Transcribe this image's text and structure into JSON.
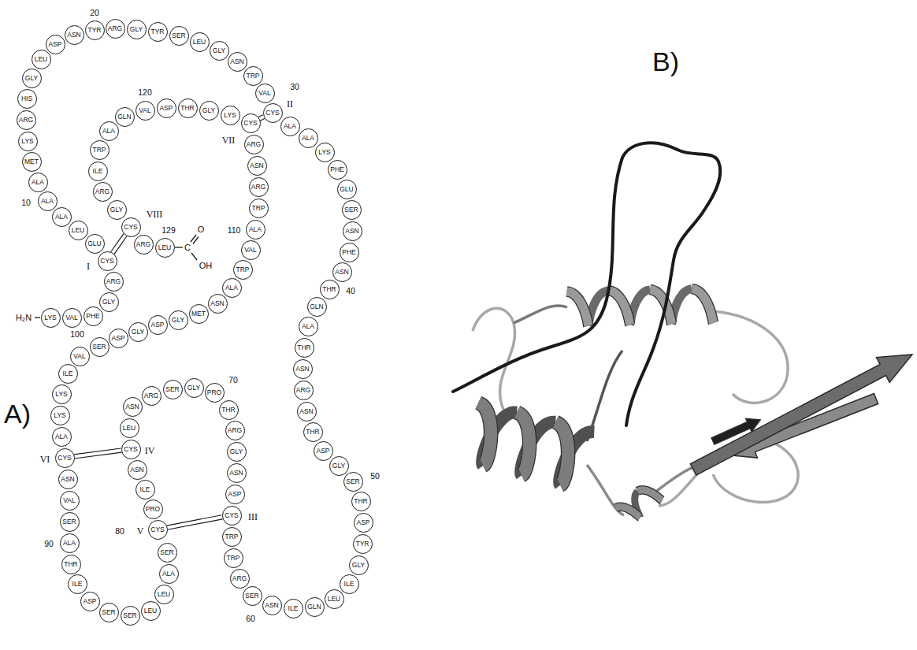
{
  "diagram": {
    "nodes": [
      {
        "text": [
          "LYS"
        ]
      },
      {
        "text": [
          "VAL"
        ]
      },
      {
        "text": [
          "PHE"
        ]
      },
      {
        "text": [
          "GLY"
        ]
      },
      {
        "text": [
          "ARG"
        ]
      },
      {
        "text": [
          "CYS"
        ]
      },
      {
        "text": [
          "GLU"
        ]
      },
      {
        "text": [
          "LEU"
        ]
      },
      {
        "text": [
          "ALA"
        ]
      },
      {
        "text": [
          "ALA"
        ]
      },
      {
        "text": [
          "ALA"
        ]
      },
      {
        "text": [
          "MET"
        ]
      },
      {
        "text": [
          "LYS"
        ]
      },
      {
        "text": [
          "ARG"
        ]
      },
      {
        "text": [
          "HIS"
        ]
      },
      {
        "text": [
          "GLY"
        ]
      },
      {
        "text": [
          "LEU"
        ]
      },
      {
        "text": [
          "ASP"
        ]
      },
      {
        "text": [
          "ASN"
        ]
      },
      {
        "text": [
          "TYR"
        ]
      },
      {
        "text": [
          "ARG"
        ]
      },
      {
        "text": [
          "GLY"
        ]
      },
      {
        "text": [
          "TYR"
        ]
      },
      {
        "text": [
          "SER"
        ]
      },
      {
        "text": [
          "LEU"
        ]
      },
      {
        "text": [
          "GLY"
        ]
      },
      {
        "text": [
          "ASN"
        ]
      },
      {
        "text": [
          "TRP"
        ]
      },
      {
        "text": [
          "VAL"
        ]
      },
      {
        "text": [
          "CYS"
        ]
      },
      {
        "text": [
          "ALA"
        ]
      },
      {
        "text": [
          "ALA"
        ]
      },
      {
        "text": [
          "LYS"
        ]
      },
      {
        "text": [
          "PHE"
        ]
      },
      {
        "text": [
          "GLU"
        ]
      },
      {
        "text": [
          "SER"
        ]
      },
      {
        "text": [
          "ASN"
        ]
      },
      {
        "text": [
          "PHE"
        ]
      },
      {
        "text": [
          "ASN"
        ]
      },
      {
        "text": [
          "THR"
        ]
      },
      {
        "text": [
          "GLN"
        ]
      },
      {
        "text": [
          "ALA"
        ]
      },
      {
        "text": [
          "THR"
        ]
      },
      {
        "text": [
          "ASN"
        ]
      },
      {
        "text": [
          "ARG"
        ]
      },
      {
        "text": [
          "ASN"
        ]
      },
      {
        "text": [
          "THR"
        ]
      },
      {
        "text": [
          "ASP"
        ]
      },
      {
        "text": [
          "GLY"
        ]
      },
      {
        "text": [
          "SER"
        ]
      },
      {
        "text": [
          "THR"
        ]
      },
      {
        "text": [
          "ASP"
        ]
      },
      {
        "text": [
          "TYR"
        ]
      },
      {
        "text": [
          "GLY"
        ]
      },
      {
        "text": [
          "ILE"
        ]
      },
      {
        "text": [
          "LEU"
        ]
      },
      {
        "text": [
          "GLN"
        ]
      },
      {
        "text": [
          "ILE"
        ]
      },
      {
        "text": [
          "ASN"
        ]
      },
      {
        "text": [
          "SER"
        ]
      },
      {
        "text": [
          "ARG"
        ]
      },
      {
        "text": [
          "TRP"
        ]
      },
      {
        "text": [
          "TRP"
        ]
      },
      {
        "text": [
          "CYS"
        ]
      },
      {
        "text": [
          "ASP"
        ]
      },
      {
        "text": [
          "ASN"
        ]
      },
      {
        "text": [
          "GLY"
        ]
      },
      {
        "text": [
          "ARG"
        ]
      },
      {
        "text": [
          "THR"
        ]
      },
      {
        "text": [
          "PRO"
        ]
      },
      {
        "text": [
          "GLY"
        ]
      },
      {
        "text": [
          "SER"
        ]
      },
      {
        "text": [
          "ARG"
        ]
      },
      {
        "text": [
          "ASN"
        ]
      },
      {
        "text": [
          "LEU"
        ]
      },
      {
        "text": [
          "CYS"
        ]
      },
      {
        "text": [
          "ASN"
        ]
      },
      {
        "text": [
          "ILE"
        ]
      },
      {
        "text": [
          "PRO"
        ]
      },
      {
        "text": [
          "CYS"
        ]
      },
      {
        "text": [
          "SER"
        ]
      },
      {
        "text": [
          "ALA"
        ]
      },
      {
        "text": [
          "LEU"
        ]
      },
      {
        "text": [
          "LEU"
        ]
      },
      {
        "text": [
          "SER"
        ]
      },
      {
        "text": [
          "SER"
        ]
      },
      {
        "text": [
          "ASP"
        ]
      },
      {
        "text": [
          "ILE"
        ]
      },
      {
        "text": [
          "THR"
        ]
      },
      {
        "text": [
          "ALA"
        ]
      },
      {
        "text": [
          "SER"
        ]
      },
      {
        "text": [
          "VAL"
        ]
      },
      {
        "text": [
          "ASN"
        ]
      },
      {
        "text": [
          "CYS"
        ]
      },
      {
        "text": [
          "ALA"
        ]
      },
      {
        "text": [
          "LYS"
        ]
      },
      {
        "text": [
          "LYS"
        ]
      },
      {
        "text": [
          "ILE"
        ]
      },
      {
        "text": [
          "VAL"
        ]
      },
      {
        "text": [
          "SER"
        ]
      },
      {
        "text": [
          "ASP"
        ]
      },
      {
        "text": [
          "GLY"
        ]
      },
      {
        "text": [
          "ASP"
        ]
      },
      {
        "text": [
          "GLY"
        ]
      },
      {
        "text": [
          "MET"
        ]
      },
      {
        "text": [
          "ASN"
        ]
      },
      {
        "text": [
          "ALA"
        ]
      },
      {
        "text": [
          "TRP"
        ]
      },
      {
        "text": [
          "VAL"
        ]
      },
      {
        "text": [
          "ALA"
        ]
      },
      {
        "text": [
          "TRP"
        ]
      },
      {
        "text": [
          "ARG"
        ]
      },
      {
        "text": [
          "ASN"
        ]
      },
      {
        "text": [
          "ARG"
        ]
      },
      {
        "text": [
          "CYS"
        ]
      },
      {
        "text": [
          "LYS"
        ]
      },
      {
        "text": [
          "GLY"
        ]
      },
      {
        "text": [
          "THR"
        ]
      },
      {
        "text": [
          "ASP"
        ]
      },
      {
        "text": [
          "VAL"
        ]
      },
      {
        "text": [
          "GLN"
        ]
      },
      {
        "text": [
          "ALA"
        ]
      },
      {
        "text": [
          "TRP"
        ]
      },
      {
        "text": [
          "ILE"
        ]
      },
      {
        "text": [
          "ARG"
        ]
      },
      {
        "text": [
          "GLY"
        ]
      },
      {
        "text": [
          "CYS"
        ]
      },
      {
        "text": [
          "ARG"
        ]
      },
      {
        "text": [
          "LEU"
        ]
      }
    ],
    "edges": [
      {
        "from": 5,
        "to": 126,
        "arrow": "none"
      },
      {
        "from": 29,
        "to": 114,
        "arrow": "none"
      },
      {
        "from": 63,
        "to": 79,
        "arrow": "none"
      },
      {
        "from": 75,
        "to": 93,
        "arrow": "none"
      }
    ],
    "labels": [
      "H₂N",
      "I",
      "VIII",
      "129",
      "C",
      "O",
      "OH",
      "10",
      "20",
      "II",
      "30",
      "VII",
      "120",
      "110",
      "40",
      "50",
      "60",
      "III",
      "70",
      "IV",
      "VI",
      "V",
      "80",
      "90",
      "100",
      "A)",
      "B)"
    ]
  }
}
